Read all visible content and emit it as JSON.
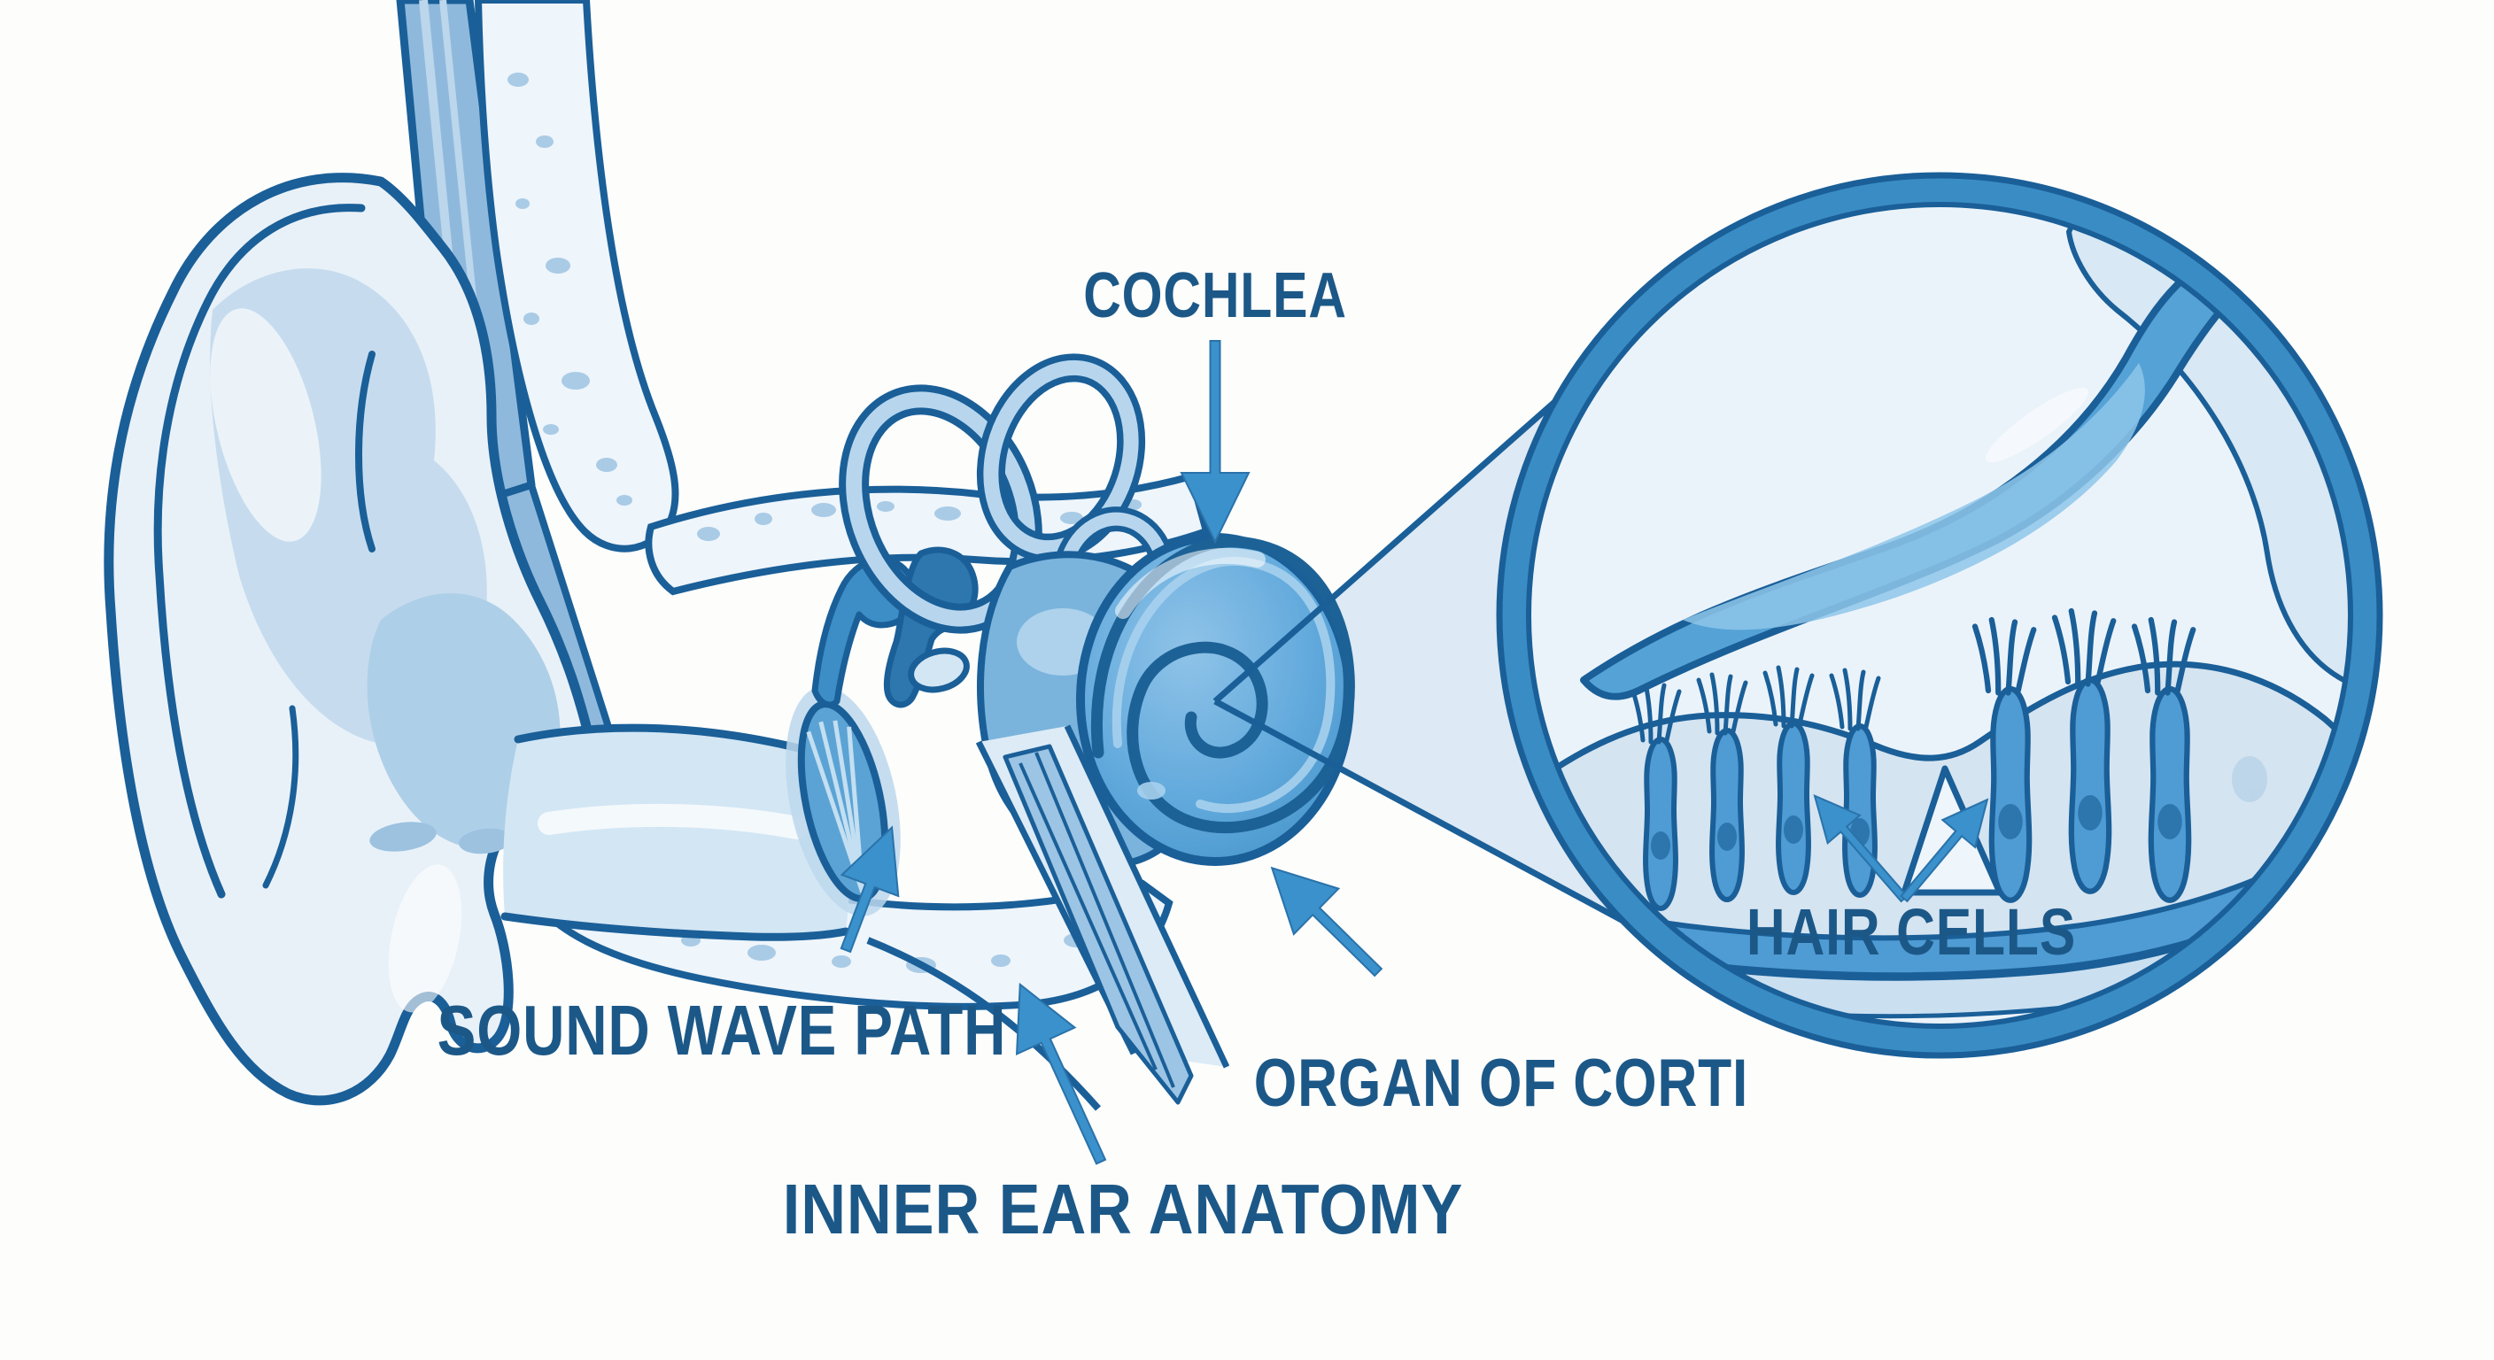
{
  "diagram": {
    "title": "Inner Ear Anatomy",
    "labels": {
      "cochlea": "COCHLEA",
      "sound_wave_path": "SOUND WAVE PATH",
      "inner_ear_anatomy": "INNER EAR ANATOMY",
      "organ_of_corti": "ORGAN OF CORTI",
      "hair_cells": "HAIR CELLS"
    },
    "annotations": {
      "arrow_icons": [
        "cochlea-arrow-icon",
        "sound-wave-path-arrow-icon",
        "inner-ear-anatomy-arrow-icon",
        "organ-of-corti-arrow-icon",
        "hair-cells-arrow-left-icon",
        "hair-cells-arrow-right-icon"
      ],
      "magnified_view": "circular zoom of organ of corti with hair cells"
    },
    "colors": {
      "background": "#fdfdfc",
      "outline_navy": "#1a5f98",
      "label_text": "#1c5887",
      "arrow_blue": "#3b91cb",
      "mid_blue": "#4f9bd3",
      "deep_blue": "#2e77ae",
      "light_blue": "#c6dcee",
      "pale_blue": "#ebf3fa",
      "bone_fill": "#eef5fb",
      "bone_spot": "#a9cbe6",
      "beam_fill": "#dde9f4"
    }
  }
}
